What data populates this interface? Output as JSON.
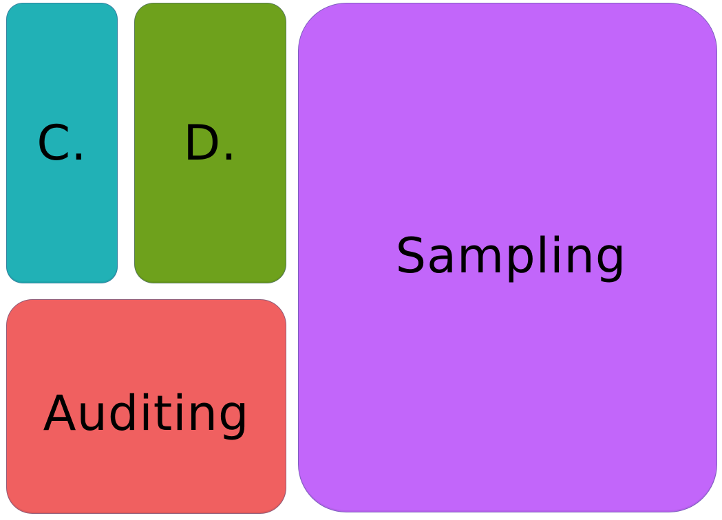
{
  "tiles": {
    "c": {
      "label": "C.",
      "color": "#21b1b6"
    },
    "d": {
      "label": "D.",
      "color": "#6ea11c"
    },
    "auditing": {
      "label": "Auditing",
      "color": "#f06060"
    },
    "sampling": {
      "label": "Sampling",
      "color": "#c266fa"
    }
  }
}
